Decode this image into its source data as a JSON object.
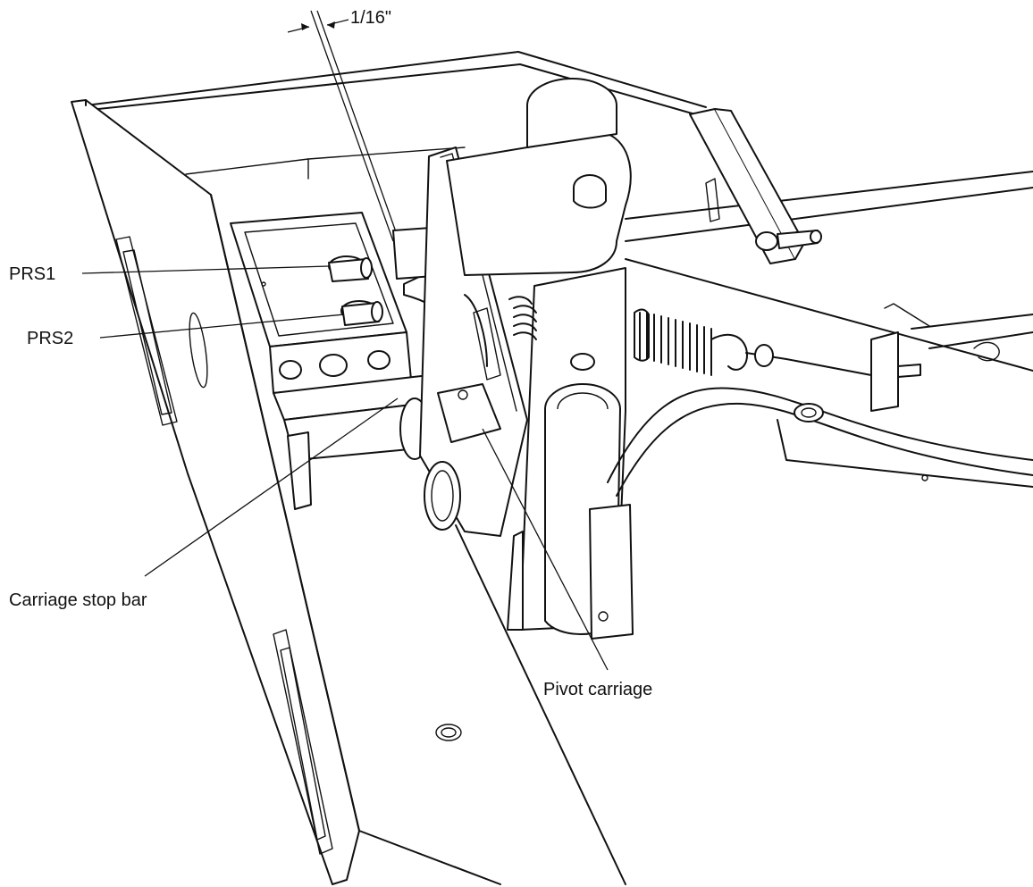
{
  "labels": {
    "dimension": "1/16\"",
    "prs1": "PRS1",
    "prs2": "PRS2",
    "carriage_stop_bar": "Carriage stop bar",
    "pivot_carriage": "Pivot carriage"
  },
  "colors": {
    "line": "#111111",
    "background": "#ffffff"
  }
}
